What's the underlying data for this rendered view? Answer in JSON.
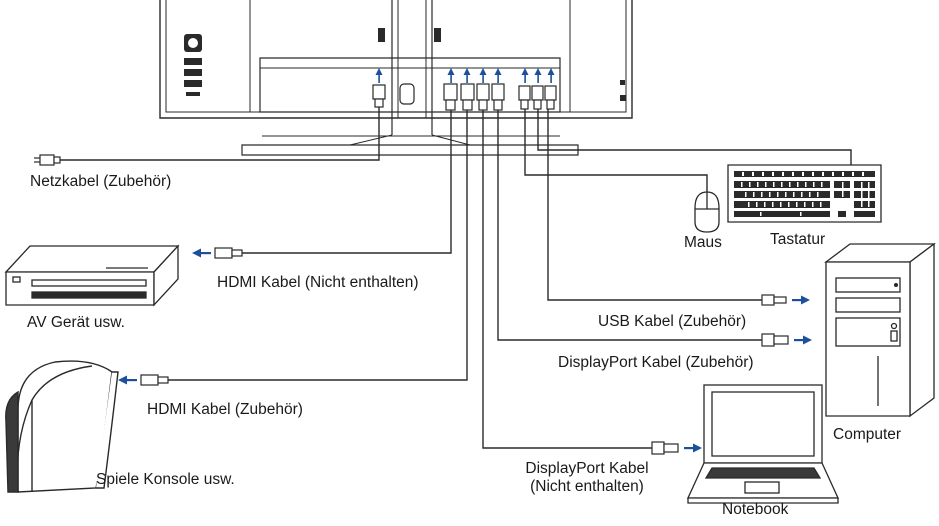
{
  "labels": {
    "power_cable": "Netzkabel (Zubehör)",
    "mouse": "Maus",
    "keyboard": "Tastatur",
    "hdmi_cable_not_included": "HDMI Kabel (Nicht enthalten)",
    "av_device": "AV Gerät usw.",
    "usb_cable": "USB Kabel (Zubehör)",
    "displayport_cable_accessory": "DisplayPort Kabel (Zubehör)",
    "hdmi_cable_accessory": "HDMI Kabel (Zubehör)",
    "computer": "Computer",
    "displayport_cable_line1": "DisplayPort Kabel",
    "displayport_cable_line2": "(Nicht enthalten)",
    "game_console": "Spiele Konsole usw.",
    "notebook": "Notebook"
  },
  "colors": {
    "arrow": "#1d4f9a",
    "line": "#2a2a2a"
  }
}
